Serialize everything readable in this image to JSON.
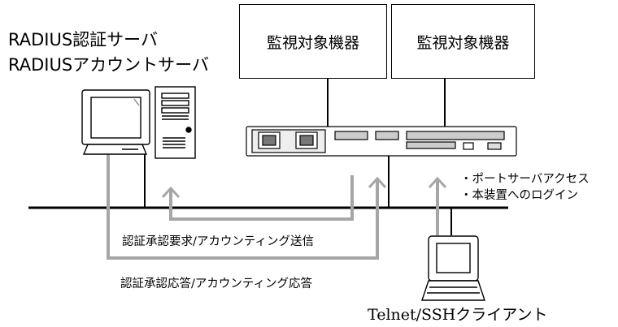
{
  "servers": {
    "radius_auth_label": "RADIUS認証サーバ",
    "radius_acct_label": "RADIUSアカウントサーバ"
  },
  "devices": {
    "monitored_1": "監視対象機器",
    "monitored_2": "監視対象機器"
  },
  "flows": {
    "request_label": "認証承認要求/アカウンティング送信",
    "response_label": "認証承認応答/アカウンティング応答"
  },
  "client": {
    "access_port_server": "・ポートサーバアクセス",
    "access_login": "・本装置へのログイン",
    "label": "Telnet/SSHクライアント"
  }
}
